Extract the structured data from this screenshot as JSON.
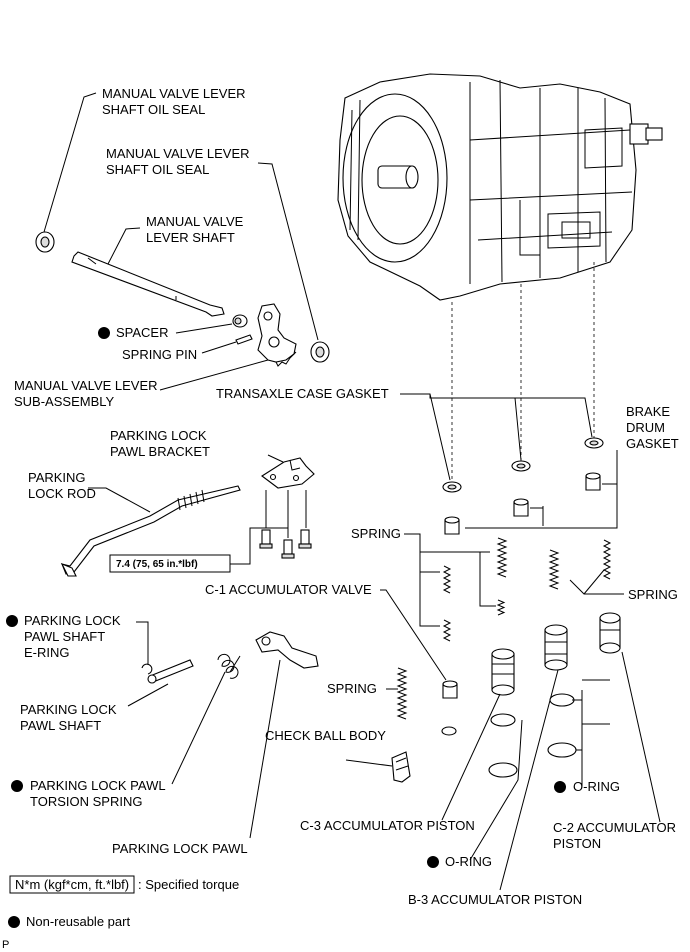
{
  "labels": {
    "mvl_seal_1": [
      "MANUAL VALVE LEVER",
      "SHAFT OIL SEAL"
    ],
    "mvl_seal_2": [
      "MANUAL VALVE LEVER",
      "SHAFT OIL SEAL"
    ],
    "mvl_shaft": [
      "MANUAL VALVE",
      "LEVER SHAFT"
    ],
    "spacer": "SPACER",
    "spring_pin": "SPRING PIN",
    "mvl_sub": [
      "MANUAL VALVE LEVER",
      "SUB-ASSEMBLY"
    ],
    "transaxle_gasket": "TRANSAXLE CASE GASKET",
    "brake_drum_gasket": [
      "BRAKE",
      "DRUM",
      "GASKET"
    ],
    "pl_pawl_bracket": [
      "PARKING LOCK",
      "PAWL BRACKET"
    ],
    "pl_rod": [
      "PARKING",
      "LOCK ROD"
    ],
    "spring_left": "SPRING",
    "spring_right": "SPRING",
    "spring_lower": "SPRING",
    "c1_valve": "C-1 ACCUMULATOR VALVE",
    "pl_pawl_eriing": [
      "PARKING LOCK",
      "PAWL SHAFT",
      "E-RING"
    ],
    "pl_pawl_shaft": [
      "PARKING LOCK",
      "PAWL SHAFT"
    ],
    "check_ball": "CHECK BALL BODY",
    "torsion_spring": [
      "PARKING LOCK PAWL",
      "TORSION SPRING"
    ],
    "pl_pawl": "PARKING LOCK PAWL",
    "c3_piston": "C-3 ACCUMULATOR PISTON",
    "oring_right": "O-RING",
    "oring_bottom": "O-RING",
    "c2_piston": [
      "C-2 ACCUMULATOR",
      "PISTON"
    ],
    "b3_piston": "B-3 ACCUMULATOR PISTON"
  },
  "torque_box": "7.4 (75, 65 in.*lbf)",
  "legend": {
    "torque_units": "N*m (kgf*cm, ft.*lbf)",
    "torque_desc": ": Specified torque",
    "nonreusable": "Non-reusable part"
  },
  "footer_code": "P"
}
